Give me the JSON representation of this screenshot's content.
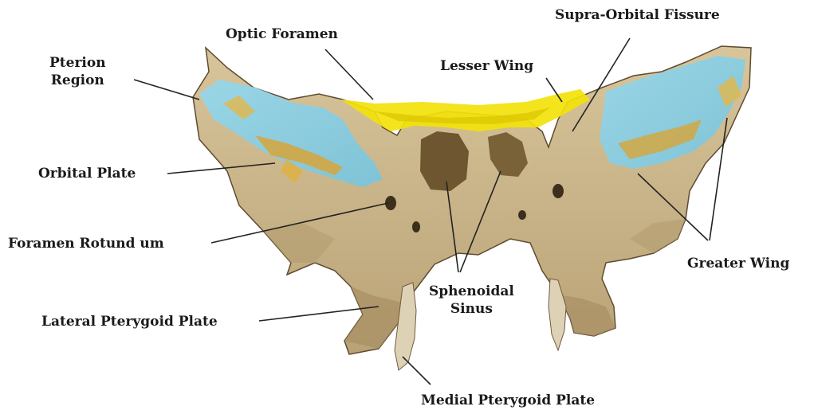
{
  "labels": {
    "pterion_line1": "Pterion",
    "pterion_line2": "Region",
    "optic_foramen": "Optic Foramen",
    "supra_orbital_fissure": "Supra-Orbital Fissure",
    "lesser_wing": "Lesser Wing",
    "orbital_plate": "Orbital Plate",
    "foramen_rotundum": "Foramen Rotund um",
    "greater_wing": "Greater Wing",
    "sphenoidal_line1": "Sphenoidal",
    "sphenoidal_line2": "Sinus",
    "lateral_pterygoid": "Lateral Pterygoid Plate",
    "medial_pterygoid": "Medial Pterygoid Plate"
  },
  "colors": {
    "bone": "#c9b48a",
    "bone_dark": "#9c8560",
    "bone_shadow": "#6f5b3c",
    "orbital": "#8ccfe0",
    "lesser_wing": "#f2e20a",
    "leader": "#222222"
  }
}
